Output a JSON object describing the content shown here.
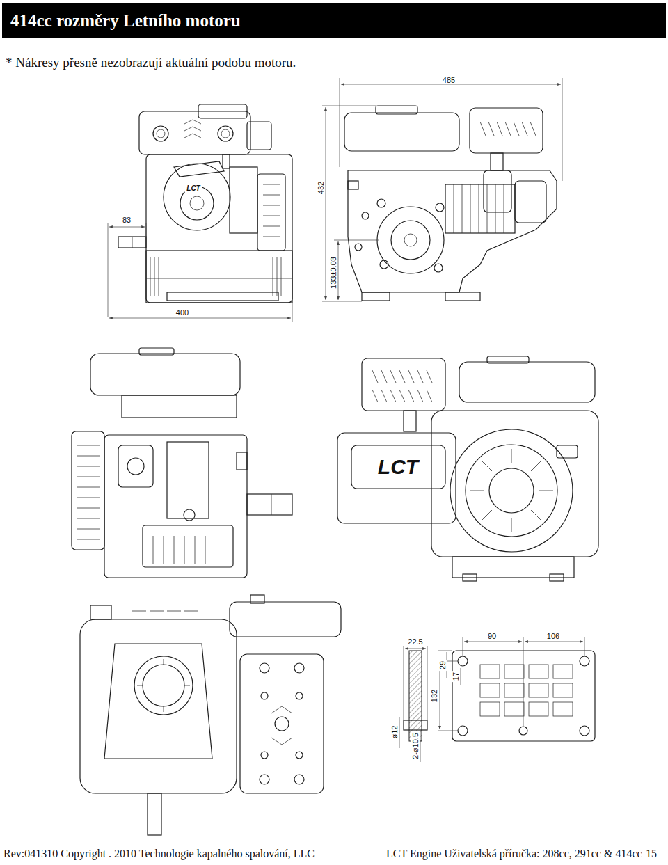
{
  "diagram": {
    "title": "414cc rozměry Letního motoru",
    "labels": [
      "* Nákresy přesně nezobrazují aktuální podobu motoru.",
      "83",
      "400",
      "485",
      "432",
      "133±0.03",
      "LCT",
      "LCT",
      "22.5",
      "90",
      "106",
      "29",
      "17",
      "132",
      "ø12",
      "2-ø10.5",
      "Rev:041310 Copyright . 2010 Technologie kapalného spalování, LLC",
      "LCT Engine Uživatelská příručka: 208cc, 291cc & 414cc",
      "15"
    ]
  }
}
